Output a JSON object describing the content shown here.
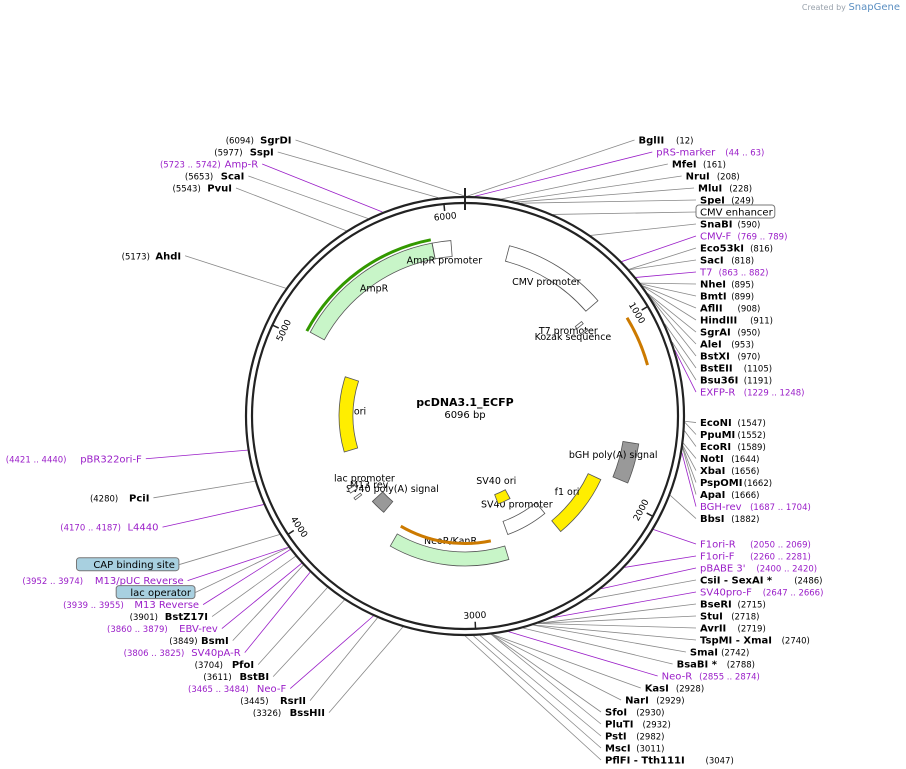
{
  "credit": {
    "prefix": "Created by",
    "brand": "SnapGene"
  },
  "map": {
    "name": "pcDNA3.1_ECFP",
    "size_label": "6096 bp",
    "total_bp": 6096,
    "ticks": [
      {
        "bp": 1000,
        "label": "1000"
      },
      {
        "bp": 2000,
        "label": "2000"
      },
      {
        "bp": 3000,
        "label": "3000"
      },
      {
        "bp": 4000,
        "label": "4000"
      },
      {
        "bp": 5000,
        "label": "5000"
      },
      {
        "bp": 6000,
        "label": "6000"
      }
    ],
    "colors": {
      "ampr": "#c8f5c8",
      "ori": "#ffee00",
      "neo": "#c8f5c8",
      "grey": "#999999",
      "primer": "#9a1ec8",
      "frame_green": "#339900",
      "frame_orange": "#cc7a00"
    }
  },
  "features": [
    {
      "name": "AmpR",
      "label": "AmpR",
      "type": "arrow",
      "start": 5053,
      "end": 5913,
      "color": "#c8f5c8"
    },
    {
      "name": "AmpR promoter",
      "label": "AmpR promoter",
      "type": "arrow",
      "start": 5914,
      "end": 6018,
      "color": "#ffffff"
    },
    {
      "name": "ori",
      "label": "ori",
      "type": "arrow",
      "start": 4291,
      "end": 4879,
      "color": "#ffee00"
    },
    {
      "name": "CMV promoter",
      "label": "CMV promoter",
      "type": "arrow",
      "start": 248,
      "end": 831,
      "color": "#ffffff"
    },
    {
      "name": "T7 promoter",
      "label": "T7 promoter",
      "type": "arrow",
      "start": 863,
      "end": 881,
      "color": "#ffffff"
    },
    {
      "name": "Kozak sequence",
      "label": "Kozak sequence",
      "type": "box",
      "start": 924,
      "end": 934,
      "color": "#ffffff"
    },
    {
      "name": "bGH poly(A) signal",
      "label": "bGH poly(A) signal",
      "type": "box",
      "start": 1679,
      "end": 1903,
      "color": "#999999"
    },
    {
      "name": "f1 ori",
      "label": "f1 ori",
      "type": "arrow",
      "start": 1949,
      "end": 2377,
      "color": "#ffee00"
    },
    {
      "name": "SV40 promoter",
      "label": "SV40 promoter",
      "type": "arrow",
      "start": 2382,
      "end": 2712,
      "color": "#ffffff"
    },
    {
      "name": "SV40 ori",
      "label": "SV40 ori",
      "type": "box",
      "start": 2563,
      "end": 2698,
      "color": "#ffee00"
    },
    {
      "name": "NeoR/KanR",
      "label": "NeoR/KanR",
      "type": "arrow",
      "start": 2760,
      "end": 3554,
      "color": "#c8f5c8"
    },
    {
      "name": "SV40 poly(A) signal",
      "label": "SV40 poly(A) signal",
      "type": "box",
      "start": 3728,
      "end": 3849,
      "color": "#999999"
    },
    {
      "name": "M13 rev",
      "label": "M13 rev",
      "type": "arrow",
      "start": 3939,
      "end": 3955,
      "color": "#ffffff"
    },
    {
      "name": "lac promoter",
      "label": "lac promoter",
      "type": "box",
      "start": 3997,
      "end": 4027,
      "color": "#ffffff"
    }
  ],
  "site_labels": [
    {
      "label": "BglII",
      "pos": "(12)",
      "ann": "BglII (12)"
    },
    {
      "label": "pRS-marker",
      "pos": "(44 .. 63)",
      "primer": true
    },
    {
      "label": "MfeI",
      "pos": "(161)"
    },
    {
      "label": "NruI",
      "pos": "(208)"
    },
    {
      "label": "MluI",
      "pos": "(228)"
    },
    {
      "label": "SpeI",
      "pos": "(249)"
    },
    {
      "label": "CMV enhancer",
      "boxed": true
    },
    {
      "label": "SnaBI",
      "pos": "(590)"
    },
    {
      "label": "CMV-F",
      "pos": "(769 .. 789)",
      "primer": true
    },
    {
      "label": "Eco53kI",
      "pos": "(816)"
    },
    {
      "label": "SacI",
      "pos": "(818)"
    },
    {
      "label": "T7",
      "pos": "(863 .. 882)",
      "primer": true
    },
    {
      "label": "NheI",
      "pos": "(895)"
    },
    {
      "label": "BmtI",
      "pos": "(899)"
    },
    {
      "label": "AflII",
      "pos": "(908)"
    },
    {
      "label": "HindIII",
      "pos": "(911)"
    },
    {
      "label": "SgrAI",
      "pos": "(950)"
    },
    {
      "label": "AleI",
      "pos": "(953)"
    },
    {
      "label": "BstXI",
      "pos": "(970)"
    },
    {
      "label": "BstEII",
      "pos": "(1105)"
    },
    {
      "label": "Bsu36I",
      "pos": "(1191)"
    },
    {
      "label": "EXFP-R",
      "pos": "(1229 .. 1248)",
      "primer": true
    },
    {
      "label": "EcoNI",
      "pos": "(1547)"
    },
    {
      "label": "PpuMI",
      "pos": "(1552)"
    },
    {
      "label": "EcoRI",
      "pos": "(1589)"
    },
    {
      "label": "NotI",
      "pos": "(1644)"
    },
    {
      "label": "XbaI",
      "pos": "(1656)"
    },
    {
      "label": "PspOMI",
      "pos": "(1662)"
    },
    {
      "label": "ApaI",
      "pos": "(1666)"
    },
    {
      "label": "BGH-rev",
      "pos": "(1687 .. 1704)",
      "primer": true
    },
    {
      "label": "BbsI",
      "pos": "(1882)"
    },
    {
      "label": "F1ori-R",
      "pos": "(2050 .. 2069)",
      "primer": true
    },
    {
      "label": "F1ori-F",
      "pos": "(2260 .. 2281)",
      "primer": true
    },
    {
      "label": "pBABE 3'",
      "pos": "(2400 .. 2420)",
      "primer": true
    },
    {
      "label": "CsiI - SexAI *",
      "pos": "(2486)"
    },
    {
      "label": "SV40pro-F",
      "pos": "(2647 .. 2666)",
      "primer": true
    },
    {
      "label": "BseRI",
      "pos": "(2715)"
    },
    {
      "label": "StuI",
      "pos": "(2718)"
    },
    {
      "label": "AvrII",
      "pos": "(2719)"
    },
    {
      "label": "TspMI - XmaI",
      "pos": "(2740)"
    },
    {
      "label": "SmaI",
      "pos": "(2742)"
    },
    {
      "label": "BsaBI *",
      "pos": "(2788)"
    },
    {
      "label": "Neo-R",
      "pos": "(2855 .. 2874)",
      "primer": true
    },
    {
      "label": "KasI",
      "pos": "(2928)"
    },
    {
      "label": "NarI",
      "pos": "(2929)"
    },
    {
      "label": "SfoI",
      "pos": "(2930)"
    },
    {
      "label": "PluTI",
      "pos": "(2932)"
    },
    {
      "label": "PstI",
      "pos": "(2982)"
    },
    {
      "label": "MscI",
      "pos": "(3011)"
    },
    {
      "label": "PflFI - Tth111I",
      "pos": "(3047)"
    },
    {
      "label": "BssHII",
      "pos": "(3326)"
    },
    {
      "label": "RsrII",
      "pos": "(3445)"
    },
    {
      "label": "Neo-F",
      "pos": "(3465 .. 3484)",
      "primer": true
    },
    {
      "label": "BstBI",
      "pos": "(3611)"
    },
    {
      "label": "PfoI",
      "pos": "(3704)"
    },
    {
      "label": "SV40pA-R",
      "pos": "(3806 .. 3825)",
      "primer": true
    },
    {
      "label": "BsmI",
      "pos": "(3849)"
    },
    {
      "label": "EBV-rev",
      "pos": "(3860 .. 3879)",
      "primer": true
    },
    {
      "label": "BstZ17I",
      "pos": "(3901)"
    },
    {
      "label": "M13 Reverse",
      "pos": "(3939 .. 3955)",
      "primer": true
    },
    {
      "label": "lac operator",
      "boxed": true,
      "blue": true
    },
    {
      "label": "M13/pUC Reverse",
      "pos": "(3952 .. 3974)",
      "primer": true
    },
    {
      "label": "CAP binding site",
      "boxed": true,
      "blue": true
    },
    {
      "label": "L4440",
      "pos": "(4170 .. 4187)",
      "primer": true
    },
    {
      "label": "PciI",
      "pos": "(4280)"
    },
    {
      "label": "pBR322ori-F",
      "pos": "(4421 .. 4440)",
      "primer": true
    },
    {
      "label": "AhdI",
      "pos": "(5173)"
    },
    {
      "label": "PvuI",
      "pos": "(5543)"
    },
    {
      "label": "ScaI",
      "pos": "(5653)"
    },
    {
      "label": "Amp-R",
      "pos": "(5723 .. 5742)",
      "primer": true
    },
    {
      "label": "SspI",
      "pos": "(5977)"
    },
    {
      "label": "SgrDI",
      "pos": "(6094)"
    }
  ]
}
